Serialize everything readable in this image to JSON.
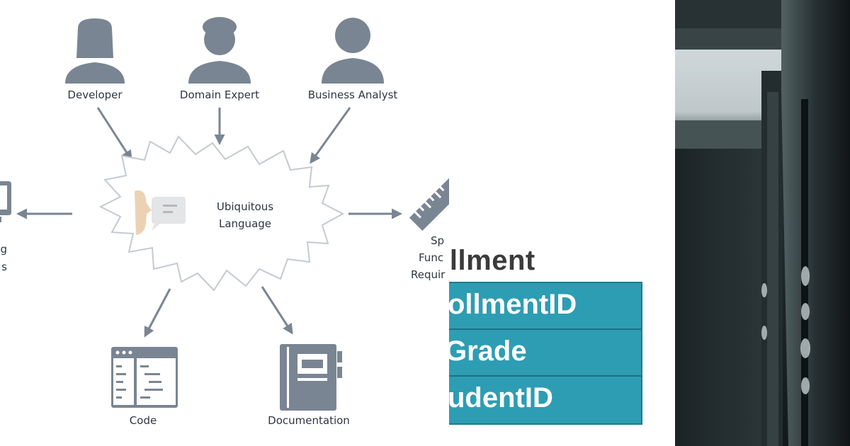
{
  "diagram": {
    "roles": {
      "developer": "Developer",
      "domain_expert": "Domain Expert",
      "business_analyst": "Business Analyst"
    },
    "center": {
      "line1": "Ubiquitous",
      "line2": "Language"
    },
    "outputs": {
      "left_line1": "g",
      "left_line2": "s",
      "right_line1": "Sp",
      "right_line2": "Func",
      "right_line3": "Requir",
      "code": "Code",
      "documentation": "Documentation"
    },
    "icons": [
      "person-icon",
      "person-icon",
      "person-icon",
      "speech-icon",
      "monitor-icon",
      "ruler-icon",
      "code-window-icon",
      "notebook-icon"
    ],
    "colors": {
      "icon": "#7a8593",
      "arrow": "#7a8593",
      "cloud_stroke": "#c4cad1",
      "face": "#ecd2b4",
      "bubble": "#e3e5e7"
    }
  },
  "table": {
    "title": "ollment",
    "rows": [
      "ollmentID",
      "Grade",
      "udentID"
    ],
    "colors": {
      "fill": "#2d9db3",
      "border": "#1f7a8d",
      "title": "#3b3b3b"
    }
  },
  "photo": {
    "colors": {
      "dark": "#1c2426",
      "light": "#d9e2e6"
    }
  }
}
